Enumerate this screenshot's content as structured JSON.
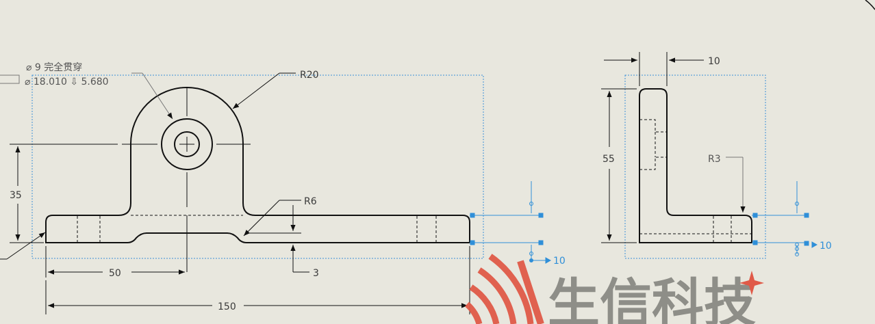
{
  "front_view": {
    "hole_callout_line1": "⌀ 9 完全贯穿",
    "hole_callout_line2": "⌀ 18.010 ⇩ 5.680",
    "dim_r20": "R20",
    "dim_r6": "R6",
    "dim_35": "35",
    "dim_50": "50",
    "dim_150": "150",
    "dim_3": "3",
    "dim_10": "10"
  },
  "side_view": {
    "dim_top_10": "10",
    "dim_55": "55",
    "dim_r3": "R3",
    "dim_10": "10"
  },
  "watermark": {
    "text": "生信科技"
  },
  "colors": {
    "background": "#e8e7de",
    "line": "#111111",
    "dimension": "#3a3a3a",
    "selection": "#2f8fd8",
    "logo": "#e05a48"
  }
}
